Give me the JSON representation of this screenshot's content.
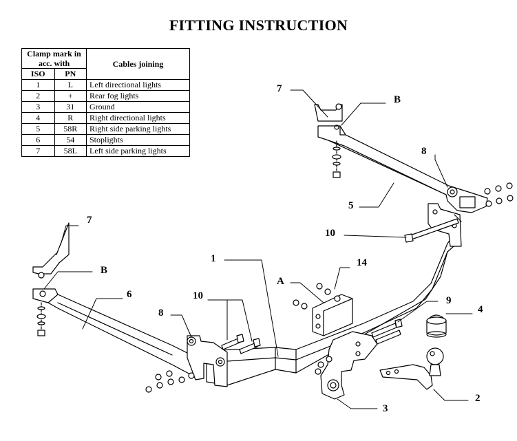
{
  "title": "FITTING INSTRUCTION",
  "table": {
    "header_clamp": "Clamp mark in acc. with",
    "header_cables": "Cables joining",
    "sub_iso": "ISO",
    "sub_pn": "PN",
    "rows": [
      {
        "iso": "1",
        "pn": "L",
        "desc": "Left directional lights"
      },
      {
        "iso": "2",
        "pn": "+",
        "desc": "Rear fog lights"
      },
      {
        "iso": "3",
        "pn": "31",
        "desc": "Ground"
      },
      {
        "iso": "4",
        "pn": "R",
        "desc": "Right directional lights"
      },
      {
        "iso": "5",
        "pn": "58R",
        "desc": "Right side parking lights"
      },
      {
        "iso": "6",
        "pn": "54",
        "desc": "Stoplights"
      },
      {
        "iso": "7",
        "pn": "58L",
        "desc": "Left side parking lights"
      }
    ]
  },
  "callouts": {
    "c7_top": "7",
    "cB_top": "B",
    "c8_right": "8",
    "c5": "5",
    "c10_top": "10",
    "c7_left": "7",
    "cB_left": "B",
    "c6": "6",
    "c1": "1",
    "c14": "14",
    "cA": "A",
    "c10_mid": "10",
    "c8_left": "8",
    "c9": "9",
    "c4": "4",
    "c2": "2",
    "c3": "3"
  }
}
